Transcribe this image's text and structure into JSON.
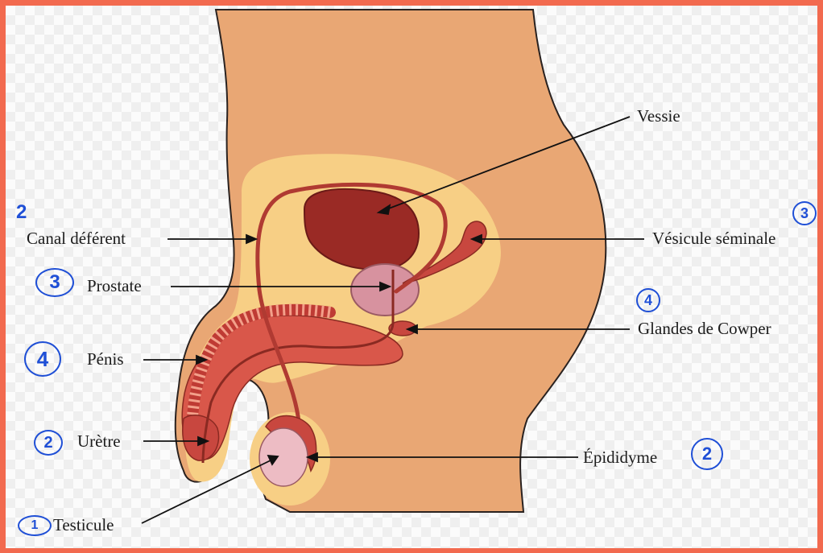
{
  "labels": {
    "vessie": "Vessie",
    "canal_deferent": "Canal déférent",
    "vesicule_seminale": "Vésicule séminale",
    "prostate": "Prostate",
    "glandes_cowper": "Glandes de Cowper",
    "penis": "Pénis",
    "uretre": "Urètre",
    "epididyme": "Épididyme",
    "testicule": "Testicule"
  },
  "annotations": {
    "canal_deferent": "2",
    "vesicule_seminale": "3",
    "prostate": "3",
    "glandes_cowper": "4",
    "penis": "4",
    "uretre": "2",
    "epididyme": "2",
    "testicule": "1"
  },
  "colors": {
    "border": "#f26a4f",
    "skin": "#e9a774",
    "fat": "#f7cf85",
    "bladder": "#9a2a25",
    "organ_red": "#c8473f",
    "prostate": "#d7929f",
    "testis": "#edbcc4",
    "ink_annotations": "#1f4fd6"
  }
}
